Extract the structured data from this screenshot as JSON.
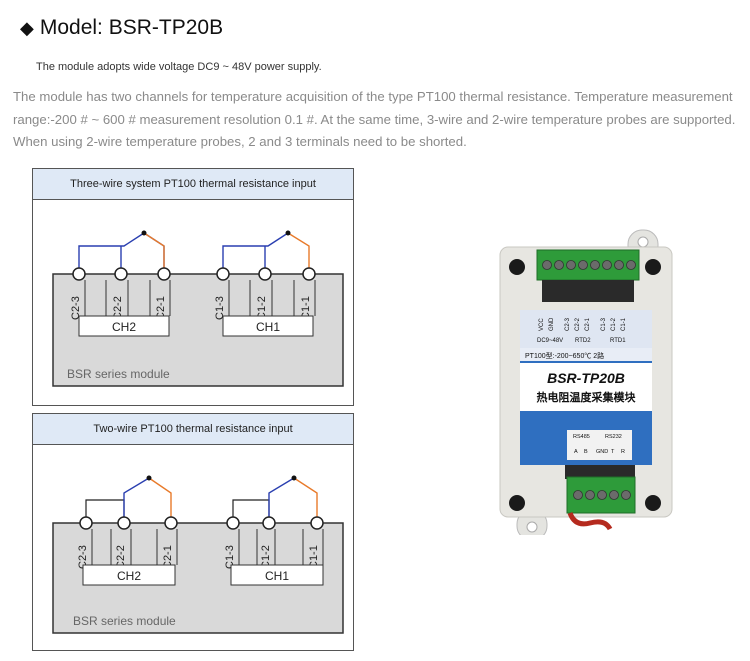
{
  "header": {
    "title": "Model: BSR-TP20B",
    "subtitle": "The module adopts wide voltage DC9 ~ 48V power supply.",
    "description": "The module has two channels for temperature acquisition of the type PT100 thermal resistance. Temperature measurement range:-200 # ~ 600 # measurement resolution 0.1 #. At the same time, 3-wire and 2-wire temperature probes are supported. When using 2-wire temperature probes, 2 and 3 terminals need to be shorted."
  },
  "three_wire": {
    "title": "Three-wire system PT100 thermal resistance input",
    "module_label": "BSR series module",
    "terminals": [
      "C2-3",
      "C2-2",
      "C2-1",
      "C1-3",
      "C1-2",
      "C1-1"
    ],
    "channels": [
      "CH2",
      "CH1"
    ]
  },
  "two_wire": {
    "title": "Two-wire PT100 thermal resistance input",
    "module_label": "BSR series module",
    "terminals": [
      "C2-3",
      "C2-2",
      "C2-1",
      "C1-3",
      "C1-2",
      "C1-1"
    ],
    "channels": [
      "CH2",
      "CH1"
    ]
  },
  "device": {
    "model": "BSR-TP20B",
    "name_cn": "热电阻温度采集模块",
    "spec": "PT100型:-200~650℃ 2路",
    "top_terminals": [
      "VCC",
      "GND",
      "C2-3",
      "C2-2",
      "C2-1",
      "C1-3",
      "C1-2",
      "C1-1"
    ],
    "power_label": "DC9~48V",
    "rtd_labels": [
      "RTD2",
      "RTD1"
    ],
    "bottom_labels": [
      "RS485",
      "RS232"
    ],
    "bottom_terminals": [
      "A",
      "B",
      "GND",
      "T",
      "R"
    ]
  },
  "colors": {
    "blue_wire": "#2a3fb0",
    "orange_wire": "#e87a2a",
    "module_fill": "#d9d9d9",
    "header_fill": "#dfe9f6",
    "terminal_green": "#2e9b3a",
    "panel_blue": "#2f6fc0"
  }
}
